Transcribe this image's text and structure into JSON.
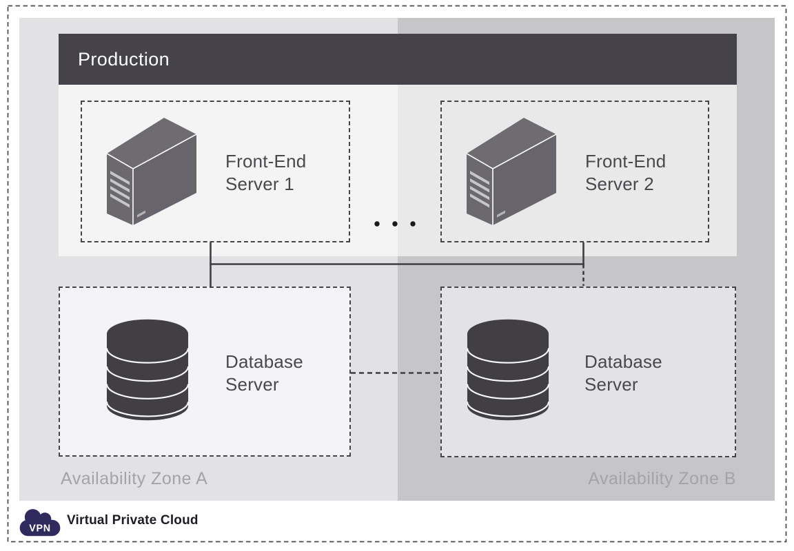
{
  "production": {
    "title": "Production"
  },
  "nodes": {
    "fe1": {
      "line1": "Front-End",
      "line2": "Server 1",
      "icon": "server"
    },
    "fe2": {
      "line1": "Front-End",
      "line2": "Server 2",
      "icon": "server"
    },
    "dba": {
      "line1": "Database",
      "line2": "Server",
      "icon": "database"
    },
    "dbb": {
      "line1": "Database",
      "line2": "Server",
      "icon": "database"
    }
  },
  "zones": [
    {
      "label": "Availability Zone A"
    },
    {
      "label": "Availability Zone B"
    }
  ],
  "footer": {
    "badge": "VPN",
    "label": "Virtual Private Cloud",
    "icon": "vpn-cloud"
  },
  "ellipsis": {
    "dots": 3
  },
  "colors": {
    "zone_a_bg": "#e2e1e3",
    "zone_b_bg": "#c6c5c7",
    "production_header_bg": "#454349",
    "panel_overlay": "rgba(255,255,255,0.62)",
    "dashed_border": "#454349",
    "connector": "#3e3c41",
    "node_label_text": "#4a484d",
    "zone_label_text": "#a4a3a6",
    "vpn_cloud": "#302a5e",
    "footer_label_text": "#1d1c22",
    "database_icon": "#413f44",
    "server_icon": "#6a686c"
  }
}
